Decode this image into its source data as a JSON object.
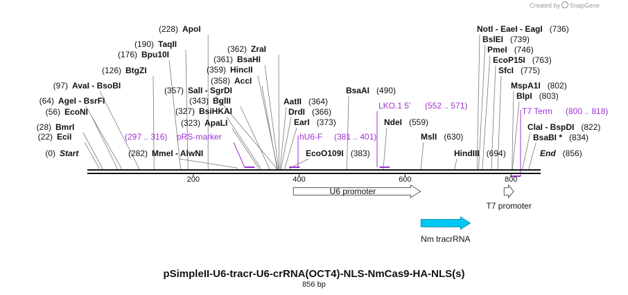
{
  "credit": {
    "text": "Created by",
    "brand": "SnapGene"
  },
  "sequence": {
    "length_bp": 856
  },
  "ruler": {
    "ticks": [
      200,
      400,
      600,
      800
    ]
  },
  "sites": [
    {
      "pos": 0,
      "label": "Start",
      "pos_label": "(0)",
      "style": "italic"
    },
    {
      "pos": 22,
      "label": "EciI",
      "pos_label": "(22)"
    },
    {
      "pos": 28,
      "label": "BmrI",
      "pos_label": "(28)"
    },
    {
      "pos": 56,
      "label": "EcoNI",
      "pos_label": "(56)"
    },
    {
      "pos": 64,
      "label": "AgeI  -  BsrFI",
      "pos_label": "(64)"
    },
    {
      "pos": 97,
      "label": "AvaI  -  BsoBI",
      "pos_label": "(97)"
    },
    {
      "pos": 126,
      "label": "BtgZI",
      "pos_label": "(126)"
    },
    {
      "pos": 176,
      "label": "Bpu10I",
      "pos_label": "(176)"
    },
    {
      "pos": 190,
      "label": "TaqII",
      "pos_label": "(190)"
    },
    {
      "pos": 228,
      "label": "ApoI",
      "pos_label": "(228)"
    },
    {
      "pos": 282,
      "label": "MmeI  -  AlwNI",
      "pos_label": "(282)"
    },
    {
      "pos": 323,
      "label": "ApaLI",
      "pos_label": "(323)"
    },
    {
      "pos": 327,
      "label": "BsiHKAI",
      "pos_label": "(327)"
    },
    {
      "pos": 343,
      "label": "BglII",
      "pos_label": "(343)"
    },
    {
      "pos": 357,
      "label": "SalI  -  SgrDI",
      "pos_label": "(357)"
    },
    {
      "pos": 358,
      "label": "AccI",
      "pos_label": "(358)"
    },
    {
      "pos": 359,
      "label": "HincII",
      "pos_label": "(359)"
    },
    {
      "pos": 361,
      "label": "BsaHI",
      "pos_label": "(361)"
    },
    {
      "pos": 362,
      "label": "ZraI",
      "pos_label": "(362)"
    },
    {
      "pos": 364,
      "label": "AatII",
      "pos_label": "(364)"
    },
    {
      "pos": 366,
      "label": "DrdI",
      "pos_label": "(366)"
    },
    {
      "pos": 373,
      "label": "EarI",
      "pos_label": "(373)"
    },
    {
      "pos": 383,
      "label": "EcoO109I",
      "pos_label": "(383)"
    },
    {
      "pos": 490,
      "label": "BsaAI",
      "pos_label": "(490)"
    },
    {
      "pos": 559,
      "label": "NdeI",
      "pos_label": "(559)"
    },
    {
      "pos": 630,
      "label": "MslI",
      "pos_label": "(630)"
    },
    {
      "pos": 694,
      "label": "HindIII",
      "pos_label": "(694)"
    },
    {
      "pos": 736,
      "label": "NotI  -  EaeI  -  EagI",
      "pos_label": "(736)"
    },
    {
      "pos": 739,
      "label": "BslEI",
      "pos_label": "(739)"
    },
    {
      "pos": 746,
      "label": "PmeI",
      "pos_label": "(746)"
    },
    {
      "pos": 763,
      "label": "EcoP15I",
      "pos_label": "(763)"
    },
    {
      "pos": 775,
      "label": "SfcI",
      "pos_label": "(775)"
    },
    {
      "pos": 802,
      "label": "MspA1I",
      "pos_label": "(802)"
    },
    {
      "pos": 803,
      "label": "BlpI",
      "pos_label": "(803)"
    },
    {
      "pos": 822,
      "label": "ClaI  -  BspDI",
      "pos_label": "(822)"
    },
    {
      "pos": 834,
      "label": "BsaBI *",
      "pos_label": "(834)"
    },
    {
      "pos": 856,
      "label": "End",
      "pos_label": "(856)",
      "style": "italic"
    }
  ],
  "primers": [
    {
      "name": "pRS-marker",
      "range": "(297 .. 316)",
      "start": 297,
      "end": 316
    },
    {
      "name": "hU6-F",
      "range": "(381 .. 401)",
      "start": 381,
      "end": 401
    },
    {
      "name": "LKO.1 5'",
      "range": "(552 .. 571)",
      "start": 552,
      "end": 571
    },
    {
      "name": "T7 Term",
      "range": "(800 .. 818)",
      "start": 800,
      "end": 818
    }
  ],
  "features": [
    {
      "name": "U6 promoter",
      "start": 389,
      "end": 629,
      "color": "#ffffff"
    },
    {
      "name": "T7 promoter",
      "start": 787,
      "end": 805,
      "color": "#ffffff"
    },
    {
      "name": "Nm tracrRNA",
      "start": 630,
      "end": 723,
      "color": "#00c8f5"
    }
  ],
  "title": "pSimpleII-U6-tracr-U6-crRNA(OCT4)-NLS-NmCas9-HA-NLS(s)",
  "subtitle": "856 bp",
  "colors": {
    "primer": "#9b2fd0",
    "backbone": "#111111",
    "feature_stroke": "#555555"
  }
}
